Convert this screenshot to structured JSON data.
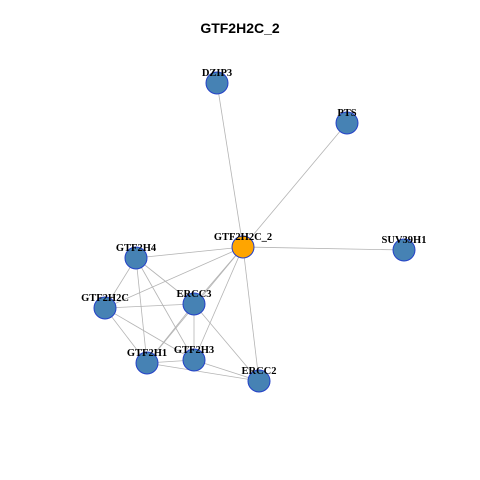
{
  "title": "GTF2H2C_2",
  "colors": {
    "hub_fill": "#FFA500",
    "node_fill": "#4682B4",
    "node_border": "#2340C8",
    "edge": "#B4B4B4",
    "background": "#FFFFFF"
  },
  "network": {
    "hub": "GTF2H2C_2",
    "nodes": [
      {
        "id": "GTF2H2C_2",
        "label": "GTF2H2C_2",
        "role": "hub"
      },
      {
        "id": "DZIP3",
        "label": "DZIP3",
        "role": "neighbor"
      },
      {
        "id": "PTS",
        "label": "PTS",
        "role": "neighbor"
      },
      {
        "id": "SUV39H1",
        "label": "SUV39H1",
        "role": "neighbor"
      },
      {
        "id": "GTF2H4",
        "label": "GTF2H4",
        "role": "neighbor"
      },
      {
        "id": "GTF2H2C",
        "label": "GTF2H2C",
        "role": "neighbor"
      },
      {
        "id": "ERCC3",
        "label": "ERCC3",
        "role": "neighbor"
      },
      {
        "id": "GTF2H1",
        "label": "GTF2H1",
        "role": "neighbor"
      },
      {
        "id": "GTF2H3",
        "label": "GTF2H3",
        "role": "neighbor"
      },
      {
        "id": "ERCC2",
        "label": "ERCC2",
        "role": "neighbor"
      }
    ],
    "edges": [
      [
        "GTF2H2C_2",
        "DZIP3"
      ],
      [
        "GTF2H2C_2",
        "PTS"
      ],
      [
        "GTF2H2C_2",
        "SUV39H1"
      ],
      [
        "GTF2H2C_2",
        "GTF2H4"
      ],
      [
        "GTF2H2C_2",
        "GTF2H2C"
      ],
      [
        "GTF2H2C_2",
        "ERCC3"
      ],
      [
        "GTF2H2C_2",
        "GTF2H1"
      ],
      [
        "GTF2H2C_2",
        "GTF2H3"
      ],
      [
        "GTF2H2C_2",
        "ERCC2"
      ],
      [
        "GTF2H4",
        "GTF2H2C"
      ],
      [
        "GTF2H4",
        "ERCC3"
      ],
      [
        "GTF2H4",
        "GTF2H1"
      ],
      [
        "GTF2H4",
        "GTF2H3"
      ],
      [
        "GTF2H2C",
        "ERCC3"
      ],
      [
        "GTF2H2C",
        "GTF2H1"
      ],
      [
        "GTF2H2C",
        "GTF2H3"
      ],
      [
        "ERCC3",
        "GTF2H1"
      ],
      [
        "ERCC3",
        "GTF2H3"
      ],
      [
        "ERCC3",
        "ERCC2"
      ],
      [
        "GTF2H1",
        "GTF2H3"
      ],
      [
        "GTF2H1",
        "ERCC2"
      ],
      [
        "GTF2H3",
        "ERCC2"
      ]
    ]
  }
}
